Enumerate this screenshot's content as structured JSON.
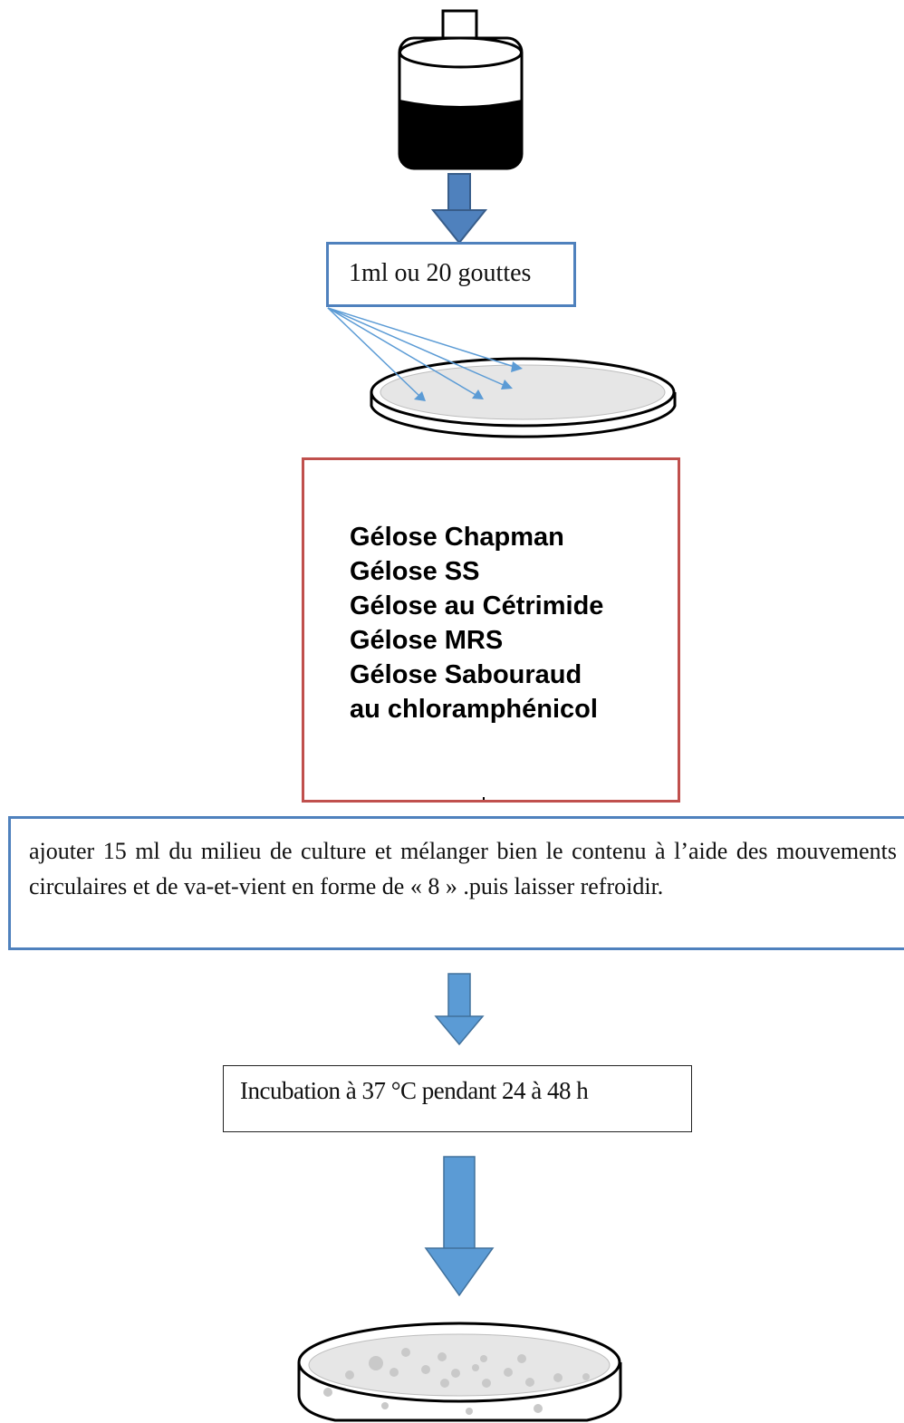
{
  "sample_step": {
    "volume_label": "1ml ou 20 gouttes"
  },
  "media": {
    "items": [
      "Gélose Chapman",
      "Gélose SS",
      "Gélose au Cétrimide",
      "Gélose MRS",
      "Gélose Sabouraud",
      "au chloramphénicol"
    ]
  },
  "instruction": {
    "text": "ajouter 15 ml du milieu de culture et mélanger bien le contenu à l’aide des mouvements circulaires et de va-et-vient en forme de « 8 » .puis laisser refroidir."
  },
  "incubation": {
    "text": "Incubation à 37 °C pendant 24 à 48 h"
  },
  "colors": {
    "arrow_blue": "#4f81bd",
    "arrow_fill": "#5b9bd5",
    "media_border": "#c0504d",
    "liquid": "#000000",
    "colony": "#c9c9c9",
    "agar": "#e6e6e6"
  }
}
